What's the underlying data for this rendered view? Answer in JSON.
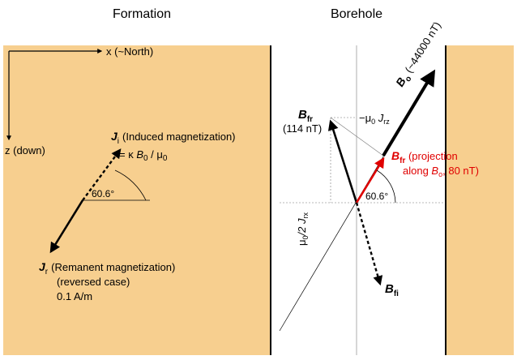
{
  "colors": {
    "formation_fill": "#f7cf8f",
    "vector_red": "#e00000",
    "line_black": "#000000",
    "guide_gray": "#777777"
  },
  "panels": {
    "formation_title": "Formation",
    "borehole_title": "Borehole"
  },
  "axes": {
    "x_label": "x (~North)",
    "z_label": "z (down)"
  },
  "formation": {
    "ji_symbol": "J",
    "ji_sub": "i",
    "ji_desc": "(Induced magnetization)",
    "ji_eq_pre": "= κ ",
    "ji_eq_b": "B",
    "ji_eq_sub": "0",
    "ji_eq_post": " / μ",
    "ji_eq_mu_sub": "0",
    "angle": "60.6°",
    "jr_symbol": "J",
    "jr_sub": "r",
    "jr_desc": "(Remanent magnetization)",
    "jr_case": "(reversed case)",
    "jr_value": "0.1 A/m"
  },
  "borehole": {
    "bo_symbol": "B",
    "bo_sub": "o",
    "bo_value": "(~44000 nT)",
    "bfr_symbol": "B",
    "bfr_sub": "fr",
    "bfr_value": "(114 nT)",
    "mu_jrz_pre": "−μ",
    "mu_jrz_sub0": "0",
    "mu_jrz_j": " J",
    "mu_jrz_sub": "rz",
    "proj_symbol": "B",
    "proj_sub": "fr",
    "proj_text1": " (projection",
    "proj_text2": "along ",
    "proj_b": "B",
    "proj_b_sub": "o",
    "proj_text3": ", 80 nT)",
    "angle": "60.6°",
    "mu_jrx_pre": "μ",
    "mu_jrx_sub0": "0",
    "mu_jrx_mid": "/2 J",
    "mu_jrx_sub": "rx",
    "bfi_symbol": "B",
    "bfi_sub": "fi"
  }
}
